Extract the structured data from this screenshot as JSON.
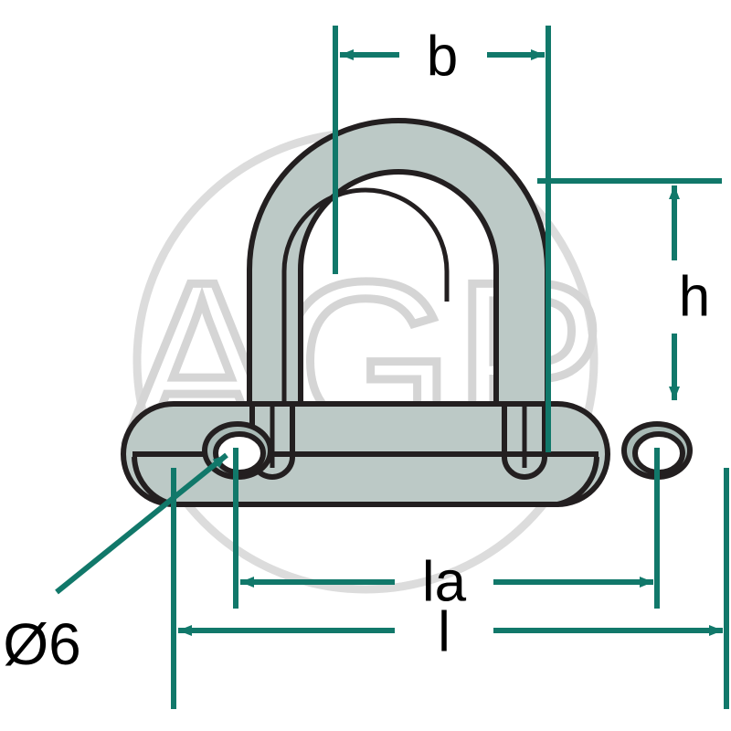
{
  "drawing": {
    "title": "Mounting eye plate dimensioned drawing",
    "colors": {
      "dimension_green": "#11786a",
      "outline_black": "#231f20",
      "body_fill": "#bcc9c6",
      "body_fill_dark": "#a9bab6",
      "body_fill_light": "#cdd7d4",
      "watermark_grey": "#d8d8d8",
      "background": "#ffffff"
    },
    "labels": {
      "width_top": "b",
      "height_right": "h",
      "hole_spacing": "la",
      "total_length": "l",
      "hole_diameter": "Ø6"
    },
    "watermark": {
      "text": "AGP",
      "shape": "circle-outline"
    }
  }
}
